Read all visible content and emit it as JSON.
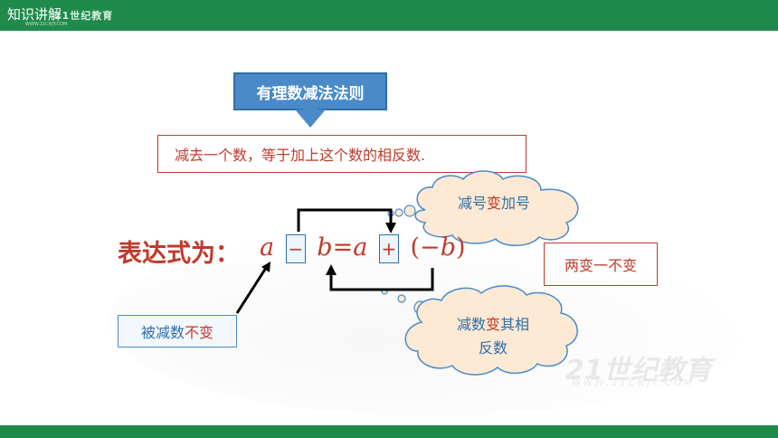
{
  "header": {
    "brand_cn": "知识讲解",
    "brand_logo": "21世纪教育",
    "brand_url": "WWW.21CNJY.COM",
    "bar_color": "#1f8a4a"
  },
  "rule": {
    "title": "有理数减法法则",
    "statement": "减去一个数，等于加上这个数的相反数."
  },
  "expression": {
    "label": "表达式为：",
    "var_a": "a",
    "op_minus": "−",
    "var_b": "b",
    "equals": "=",
    "var_a2": "a",
    "op_plus": "+",
    "paren_open": "(−",
    "var_b2": "b",
    "paren_close": ")"
  },
  "callouts": {
    "sign_change_a": "减号",
    "sign_change_b": "变",
    "sign_change_c": "加号",
    "opposite_a": "减数",
    "opposite_b": "变",
    "opposite_c": "其相",
    "opposite_d": "反数",
    "minuend_a": "被减数",
    "minuend_b": "不变",
    "summary": "两变一不变"
  },
  "watermark": {
    "logo": "21世纪教育",
    "url": "WWW.21CNJY.COM"
  },
  "colors": {
    "accent_blue": "#4a8ac9",
    "accent_red": "#c0392b",
    "cloud_fill": "#fde9d4",
    "cloud_stroke": "#4a8ac9"
  }
}
